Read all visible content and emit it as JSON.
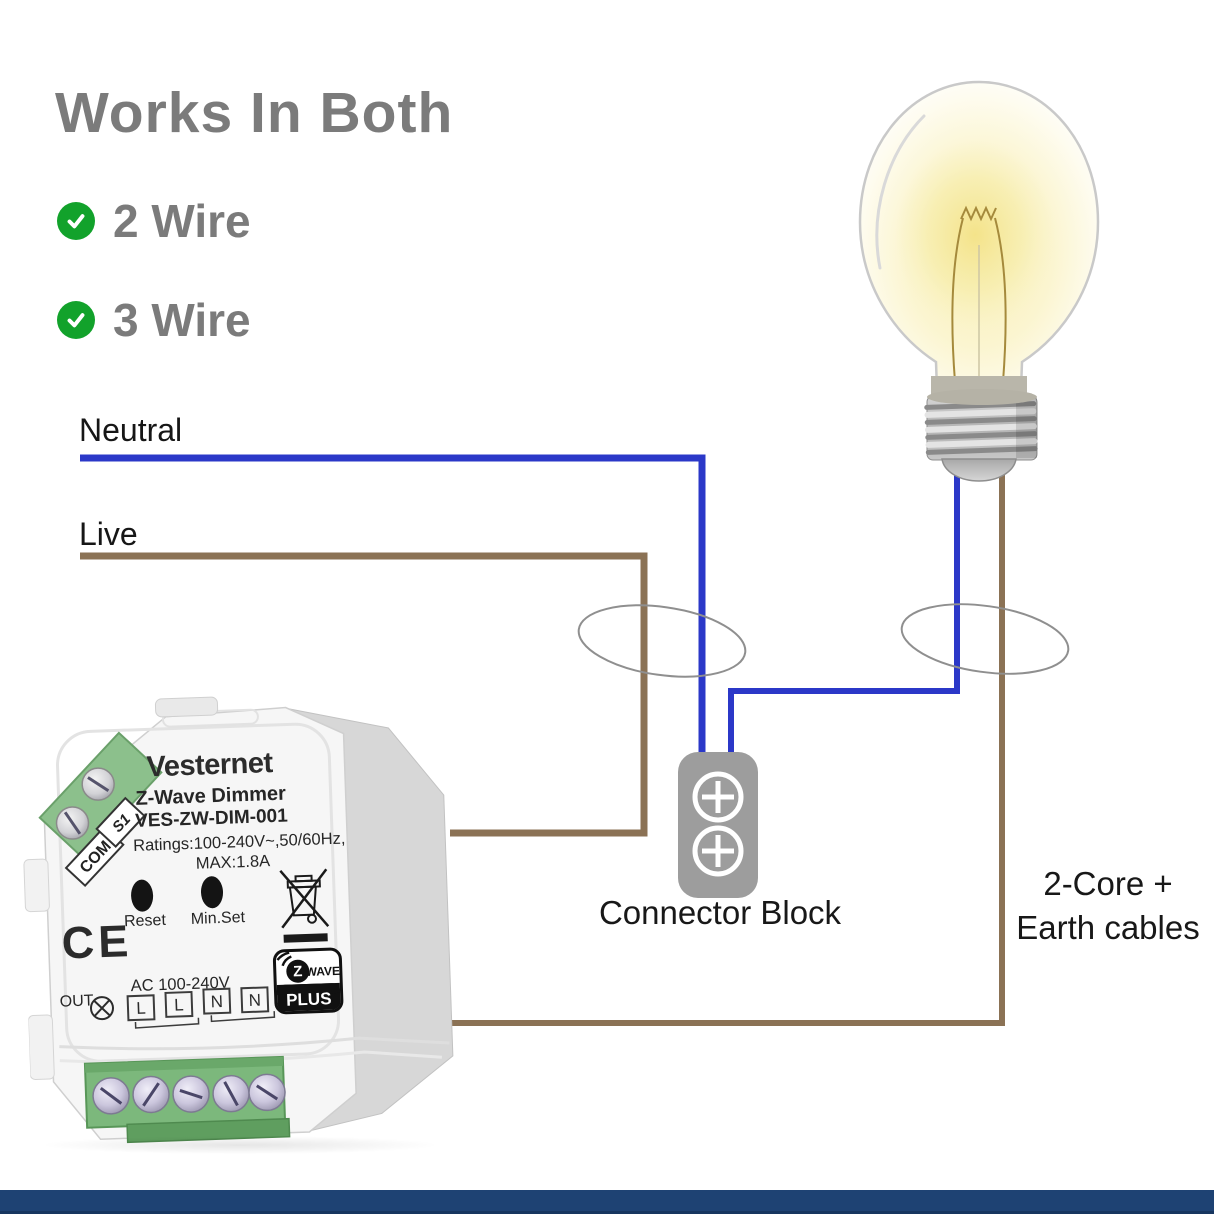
{
  "title": "Works In Both",
  "features": [
    {
      "label": "2 Wire"
    },
    {
      "label": "3 Wire"
    }
  ],
  "wires": {
    "neutral_label": "Neutral",
    "live_label": "Live"
  },
  "connector": {
    "label": "Connector Block"
  },
  "cable_note": {
    "line1": "2-Core +",
    "line2": "Earth cables"
  },
  "device": {
    "brand": "Vesternet",
    "product": "Z-Wave Dimmer",
    "model": "VES-ZW-DIM-001",
    "ratings_line1": "Ratings:100-240V~,50/60Hz,",
    "ratings_line2": "MAX:1.8A",
    "reset_label": "Reset",
    "minset_label": "Min.Set",
    "ce_mark": "CE",
    "ac_rating": "AC 100-240V",
    "out_label": "OUT",
    "terminals": [
      "L",
      "L",
      "N",
      "N"
    ],
    "top_terminals": [
      "COM",
      "S1"
    ],
    "zwave": {
      "z": "Z",
      "wave": "WAVE",
      "plus": "PLUS"
    }
  },
  "colors": {
    "accent_green": "#12a22b",
    "wire_blue": "#2b38c8",
    "wire_brown": "#8b7255",
    "connector_gray": "#9d9d9d",
    "footer_navy": "#1e4273",
    "title_gray": "#7b7b7b"
  }
}
